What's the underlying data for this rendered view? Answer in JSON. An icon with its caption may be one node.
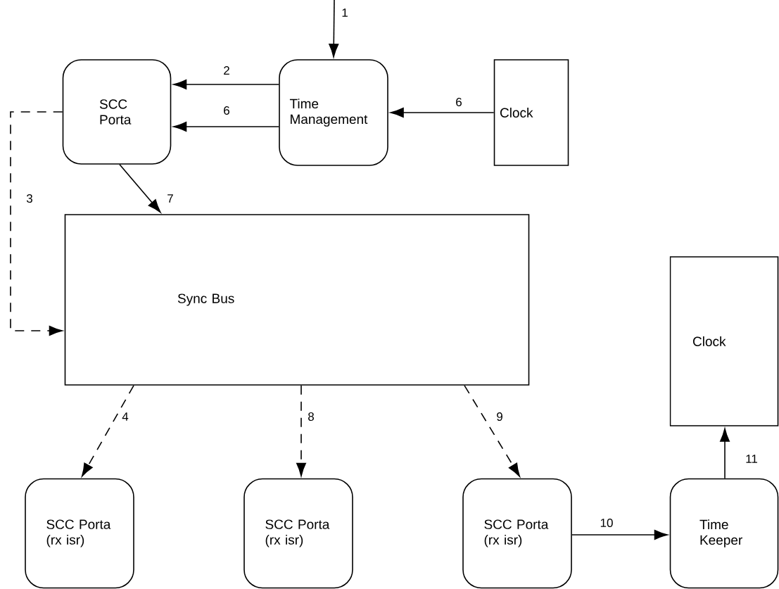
{
  "diagram": {
    "nodes": [
      {
        "text": [
          "SCC Porta"
        ]
      },
      {
        "text": [
          "Time Management"
        ]
      },
      {
        "text": [
          "Clock"
        ]
      },
      {
        "text": [
          "Sync Bus"
        ]
      },
      {
        "text": [
          "Clock"
        ]
      },
      {
        "text": [
          "SCC Porta (rx isr)"
        ]
      },
      {
        "text": [
          "SCC Porta (rx isr)"
        ]
      },
      {
        "text": [
          "SCC Porta (rx isr)"
        ]
      },
      {
        "text": [
          "Time Keeper"
        ]
      }
    ],
    "edges": [
      {
        "from": null,
        "to": 1,
        "arrow": "to",
        "label": "1"
      },
      {
        "from": 1,
        "to": 0,
        "arrow": "to",
        "label": "2"
      },
      {
        "from": 1,
        "to": 0,
        "arrow": "to",
        "label": "6"
      },
      {
        "from": 2,
        "to": 1,
        "arrow": "to",
        "label": "6"
      },
      {
        "from": 0,
        "to": 3,
        "arrow": "to",
        "label": "7"
      },
      {
        "from": 0,
        "to": 3,
        "arrow": "to",
        "label": "3",
        "style": "dashed"
      },
      {
        "from": 3,
        "to": 5,
        "arrow": "to",
        "label": "4",
        "style": "dashed"
      },
      {
        "from": 3,
        "to": 6,
        "arrow": "to",
        "label": "8",
        "style": "dashed"
      },
      {
        "from": 3,
        "to": 7,
        "arrow": "to",
        "label": "9",
        "style": "dashed"
      },
      {
        "from": 7,
        "to": 8,
        "arrow": "to",
        "label": "10"
      },
      {
        "from": 8,
        "to": 4,
        "arrow": "to",
        "label": "11"
      }
    ]
  }
}
